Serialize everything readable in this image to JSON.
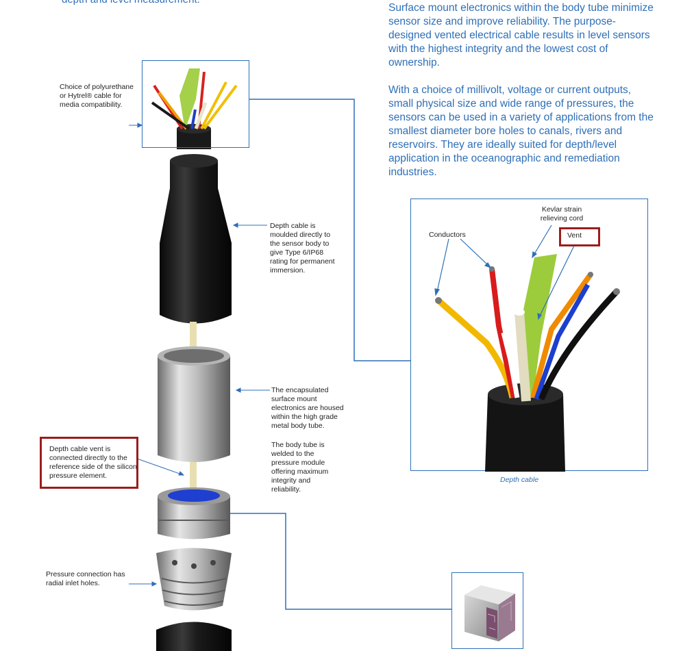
{
  "intro": {
    "cut_heading": "depth and level measurement."
  },
  "body_text": {
    "paragraph_1": "Surface mount electronics within the body tube minimize sensor size and improve reliability. The purpose-designed vented electrical cable results in level sensors with the highest integrity and the lowest cost of ownership.",
    "paragraph_2": "With a choice of millivolt, voltage or current outputs, small physical size and wide range of pressures, the sensors can be used in a variety of applications from the smallest diameter bore holes to canals, rivers and reservoirs. They are ideally suited for depth/level application in the oceanographic and remediation industries."
  },
  "callouts": {
    "cable_choice": "Choice of polyurethane or Hytrel® cable for media compatibility.",
    "depth_cable_moulded": "Depth cable is moulded directly to the sensor body to give Type 6/IP68 rating for permanent immersion.",
    "encapsulated_electronics": "The encapsulated surface mount electronics are housed within the high grade metal body tube.",
    "body_tube_welded": "The body tube is welded to the pressure module offering maximum integrity and reliability.",
    "vent_connection": "Depth cable vent is connected directly to the reference side of the silicon pressure element.",
    "pressure_connection": "Pressure connection has radial inlet holes."
  },
  "detail_panel": {
    "kevlar_label": "Kevlar strain relieving cord",
    "conductors_label": "Conductors",
    "vent_label": "Vent",
    "caption": "Depth cable"
  },
  "colors": {
    "accent_blue": "#2e6fb7",
    "highlight_red": "#9b1c1c",
    "kevlar_green": "#9ccc3c",
    "cable_black": "#1a1a1a"
  }
}
